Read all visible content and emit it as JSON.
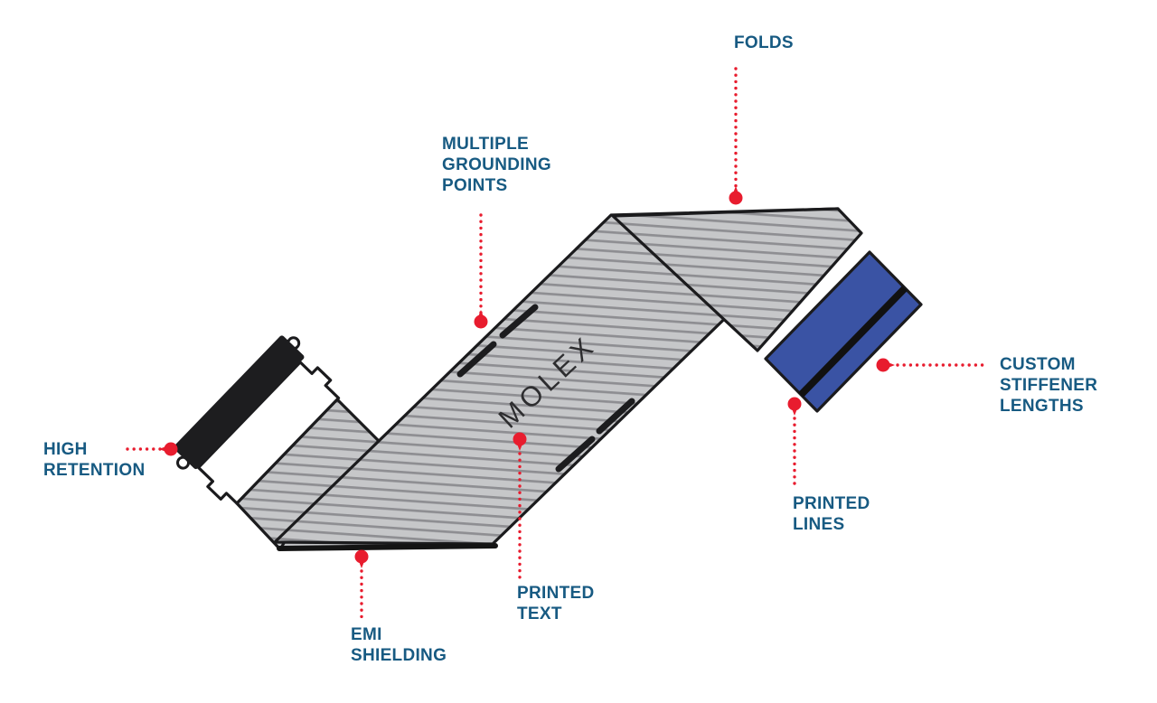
{
  "page": {
    "background": "#ffffff",
    "type": "product-feature-callout-diagram"
  },
  "cable": {
    "printed_text": "MOLEX"
  },
  "labels": {
    "folds": [
      "FOLDS"
    ],
    "grounding": [
      "MULTIPLE",
      "GROUNDING",
      "POINTS"
    ],
    "high_retention": [
      "HIGH",
      "RETENTION"
    ],
    "emi": [
      "EMI",
      "SHIELDING"
    ],
    "printed_text": [
      "PRINTED",
      "TEXT"
    ],
    "printed_lines": [
      "PRINTED",
      "LINES"
    ],
    "stiffener": [
      "CUSTOM",
      "STIFFENER",
      "LENGTHS"
    ]
  },
  "colors": {
    "label_text": "#175a82",
    "leader_red": "#e81c2e",
    "cable_base_gray": "#c6c7c9",
    "cable_stripe_gray": "#8e8e92",
    "outline_black": "#1b1b1d",
    "stiffener_blue": "#3a53a4",
    "connector_bar_black": "#1d1d1f"
  }
}
